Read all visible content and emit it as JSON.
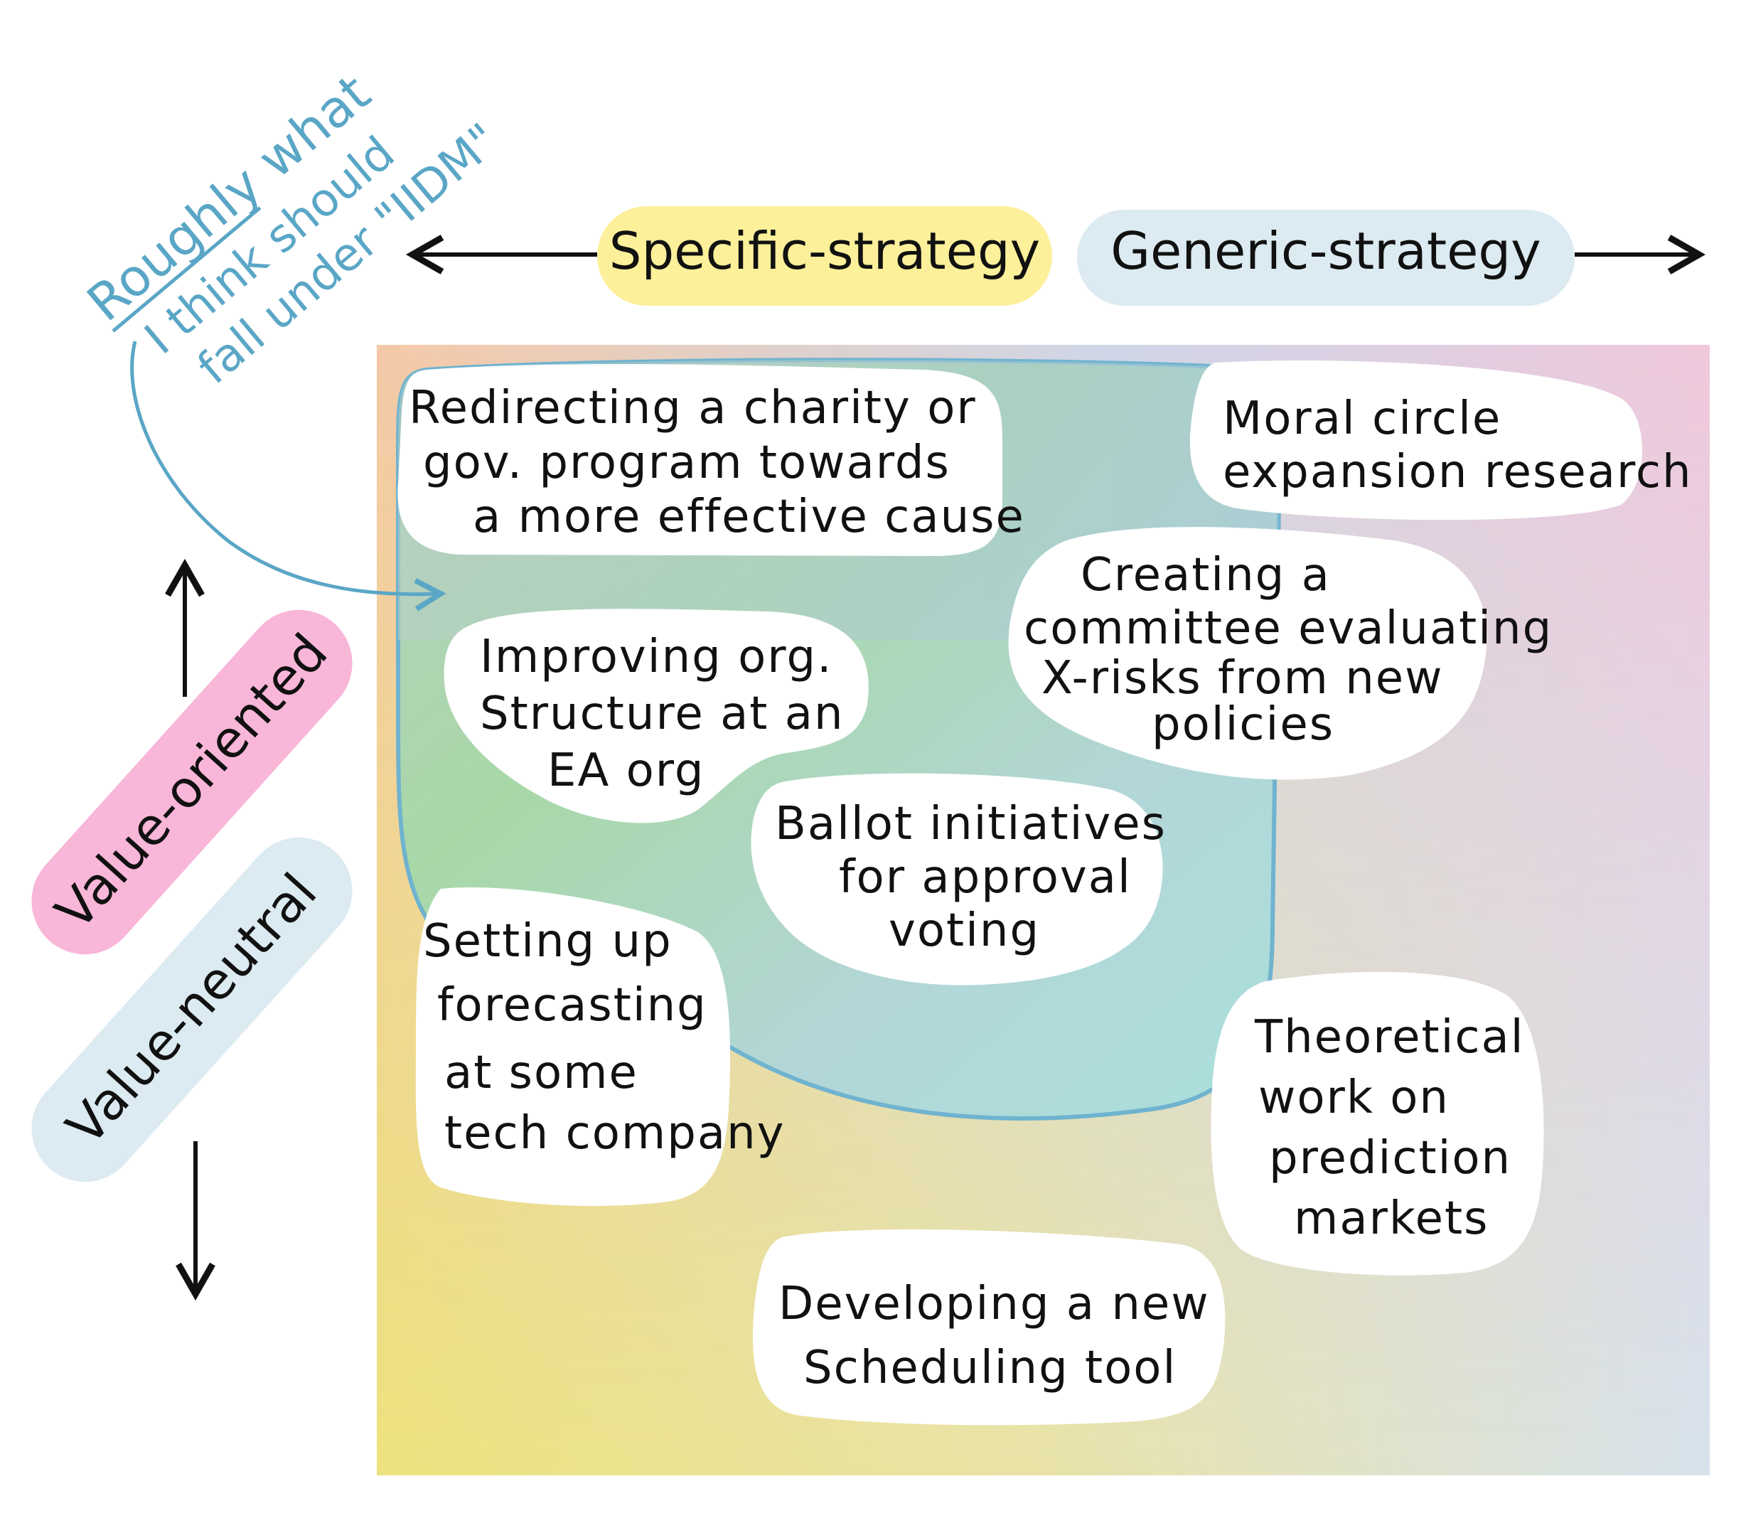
{
  "annotation": {
    "line1": "Roughly what",
    "line2": "I think should",
    "line3": "fall under \"IIDM\""
  },
  "axes": {
    "horizontal": {
      "left_label": "Specific-strategy",
      "right_label": "Generic-strategy"
    },
    "vertical": {
      "top_label": "Value-oriented",
      "bottom_label": "Value-neutral"
    }
  },
  "colors": {
    "specific_pill": "#fdf09a",
    "generic_pill": "#dceaf1",
    "value_oriented_pill": "#f8b6d8",
    "value_neutral_pill": "#dceaf1",
    "iidm_outline": "#6fb3cf",
    "annotation": "#5aa6c6"
  },
  "items": [
    {
      "id": "redirecting",
      "lines": [
        "Redirecting a charity or",
        "gov. program towards",
        "a more effective cause"
      ]
    },
    {
      "id": "moral-circle",
      "lines": [
        "Moral circle",
        "expansion research"
      ]
    },
    {
      "id": "xrisk-committee",
      "lines": [
        "Creating a",
        "committee evaluating",
        "X-risks from new",
        "policies"
      ]
    },
    {
      "id": "improving-org",
      "lines": [
        "Improving org.",
        "Structure at an",
        "EA org"
      ]
    },
    {
      "id": "ballot",
      "lines": [
        "Ballot initiatives",
        "for approval",
        "voting"
      ]
    },
    {
      "id": "forecasting",
      "lines": [
        "Setting up",
        "forecasting",
        "at some",
        "tech company"
      ]
    },
    {
      "id": "prediction-markets",
      "lines": [
        "Theoretical",
        "work on",
        "prediction",
        "markets"
      ]
    },
    {
      "id": "scheduling",
      "lines": [
        "Developing a new",
        "Scheduling tool"
      ]
    }
  ]
}
